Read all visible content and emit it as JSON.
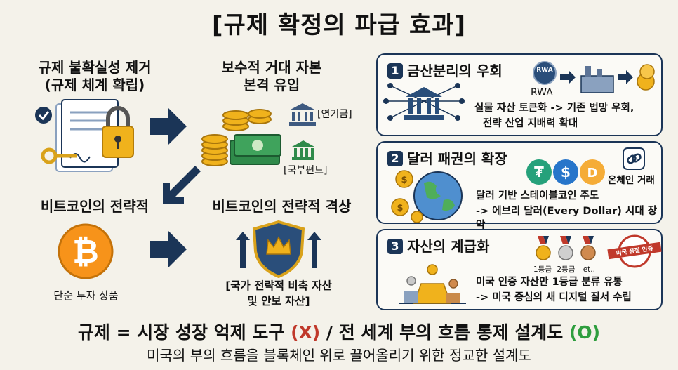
{
  "title": "[규제 확정의 파급 효과]",
  "left": {
    "step1_line1": "규제 불확실성 제거",
    "step1_line2": "(규제 체계 확립)",
    "step2_line1": "보수적 거대 자본",
    "step2_line2": "본격 유입",
    "tag_pension": "[연기금]",
    "tag_sovereign": "[국부펀드]",
    "step3": "비트코인의 전략적",
    "step4": "비트코인의 전략적 격상",
    "simple_product": "단순 투자 상품",
    "reserve_line1": "[국가 전략적 비축 자산",
    "reserve_line2": "및 안보 자산]"
  },
  "panels": [
    {
      "number": "1",
      "title": "금산분리의 우회",
      "rwa_badge": "RWA",
      "rwa_label": "RWA",
      "line1": "실물 자산 토큰화 -> 기존 법망 우회,",
      "line2": "전략 산업 지배력 확대"
    },
    {
      "number": "2",
      "title": "달러 패권의 확장",
      "onchain": "온체인 거래",
      "line1": "달러 기반 스테이블코인 주도",
      "line2": "-> 에브리 달러(Every Dollar) 시대 장악"
    },
    {
      "number": "3",
      "title": "자산의 계급화",
      "medal_labels": [
        "1등급",
        "2등급",
        "et.."
      ],
      "stamp": "미국 품질 인증",
      "line1": "미국 인증 자산만 1등급 분류 유통",
      "line2": "-> 미국 중심의 새 디지털 질서 수립"
    }
  ],
  "bottom": {
    "prefix": "규제 = 시장 성장 억제 도구 ",
    "x_mark": "(X)",
    "middle": " / 전 세계 부의 흐름 통제 설계도 ",
    "o_mark": "(O)",
    "subtitle": "미국의 부의 흐름을 블록체인 위로 끌어올리기 위한 정교한 설계도"
  },
  "colors": {
    "navy": "#1b3557",
    "gold": "#f0b21c",
    "red": "#c0392b",
    "green": "#2e9e3e",
    "bg": "#f4f2ea"
  }
}
